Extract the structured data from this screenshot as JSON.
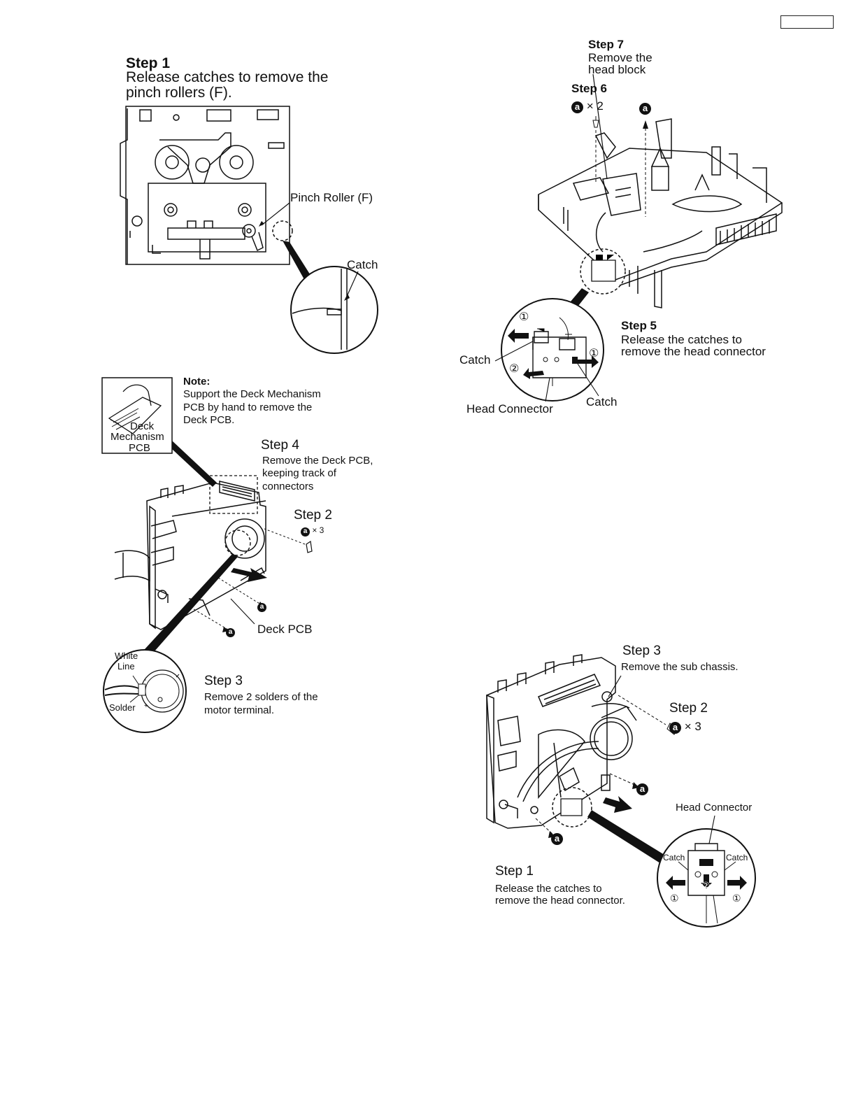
{
  "page_number_box": "",
  "panel_a": {
    "step1_title": "Step 1",
    "step1_text_1": "Release catches to remove the",
    "step1_text_2": "pinch rollers (F).",
    "pinch_roller_label": "Pinch Roller (F)",
    "catch_label": "Catch"
  },
  "panel_b": {
    "note_title": "Note:",
    "note_line_1": "Support the Deck Mechanism",
    "note_line_2": "PCB by hand to remove the",
    "note_line_3": "Deck PCB.",
    "inset_label_1": "Deck",
    "inset_label_2": "Mechanism",
    "inset_label_3": "PCB",
    "step4_title": "Step 4",
    "step4_line_1": "Remove the  Deck  PCB,",
    "step4_line_2": "keeping track  of",
    "step4_line_3": "connectors",
    "step2_title": "Step 2",
    "step2_screw_marker": "a",
    "step2_screw_count": "× 3",
    "screw_marker": "a",
    "deck_pcb_label": "Deck PCB",
    "white_line_1": "White",
    "white_line_2": "Line",
    "solder_label": "Solder",
    "step3_title": "Step 3",
    "step3_line_1": "Remove 2 solders of the",
    "step3_line_2": "motor terminal."
  },
  "panel_c": {
    "step7_title": "Step 7",
    "step7_line_1": "Remove the",
    "step7_line_2": "head block",
    "step6_title": "Step 6",
    "step6_marker": "a",
    "step6_count": "× 2",
    "screw_marker": "a",
    "step5_title": "Step 5",
    "step5_line_1": "Release the catches to",
    "step5_line_2": "remove the head connector",
    "catch_left": "Catch",
    "catch_right": "Catch",
    "head_connector_label": "Head Connector",
    "num_1": "①",
    "num_2": "②"
  },
  "panel_d": {
    "step3_title": "Step 3",
    "step3_text": "Remove the sub chassis.",
    "step2_title": "Step 2",
    "step2_marker": "a",
    "step2_count": "× 3",
    "screw_marker": "a",
    "head_connector_label": "Head Connector",
    "catch_left": "Catch",
    "catch_right": "Catch",
    "step1_title": "Step 1",
    "step1_line_1": "Release the catches to",
    "step1_line_2": "remove the head connector.",
    "num_1": "①",
    "num_2": "②"
  }
}
